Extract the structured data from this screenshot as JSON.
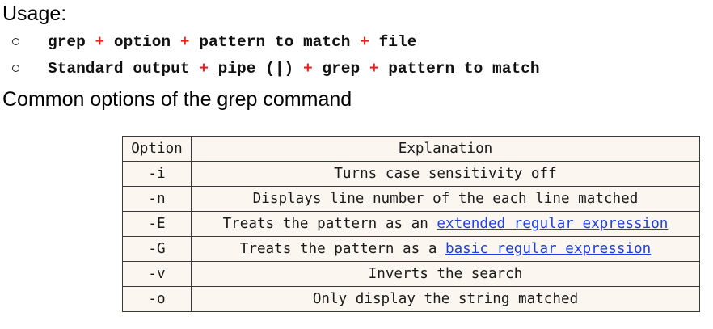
{
  "usage": {
    "heading": "Usage:",
    "bullets": [
      {
        "parts": [
          "grep ",
          "+",
          " option ",
          "+",
          " pattern to match ",
          "+",
          " file"
        ]
      },
      {
        "parts": [
          "Standard output ",
          "+",
          " pipe (|) ",
          "+",
          " grep ",
          "+",
          " pattern to match"
        ]
      }
    ],
    "plus_color": "#e8211b"
  },
  "options_section": {
    "heading": "Common options of the grep command"
  },
  "table": {
    "headers": {
      "option": "Option",
      "explanation": "Explanation"
    },
    "rows": [
      {
        "option": "-i",
        "pre": "Turns case sensitivity off",
        "link": "",
        "post": ""
      },
      {
        "option": "-n",
        "pre": "Displays line number of the each line matched",
        "link": "",
        "post": ""
      },
      {
        "option": "-E",
        "pre": "Treats the pattern as an ",
        "link": "extended regular expression",
        "post": ""
      },
      {
        "option": "-G",
        "pre": "Treats the pattern as a ",
        "link": "basic regular expression",
        "post": ""
      },
      {
        "option": "-v",
        "pre": "Inverts the search",
        "link": "",
        "post": ""
      },
      {
        "option": "-o",
        "pre": "Only display the string matched",
        "link": "",
        "post": ""
      }
    ],
    "background_color": "#fbf6f0",
    "link_color": "#1f3fe0"
  }
}
